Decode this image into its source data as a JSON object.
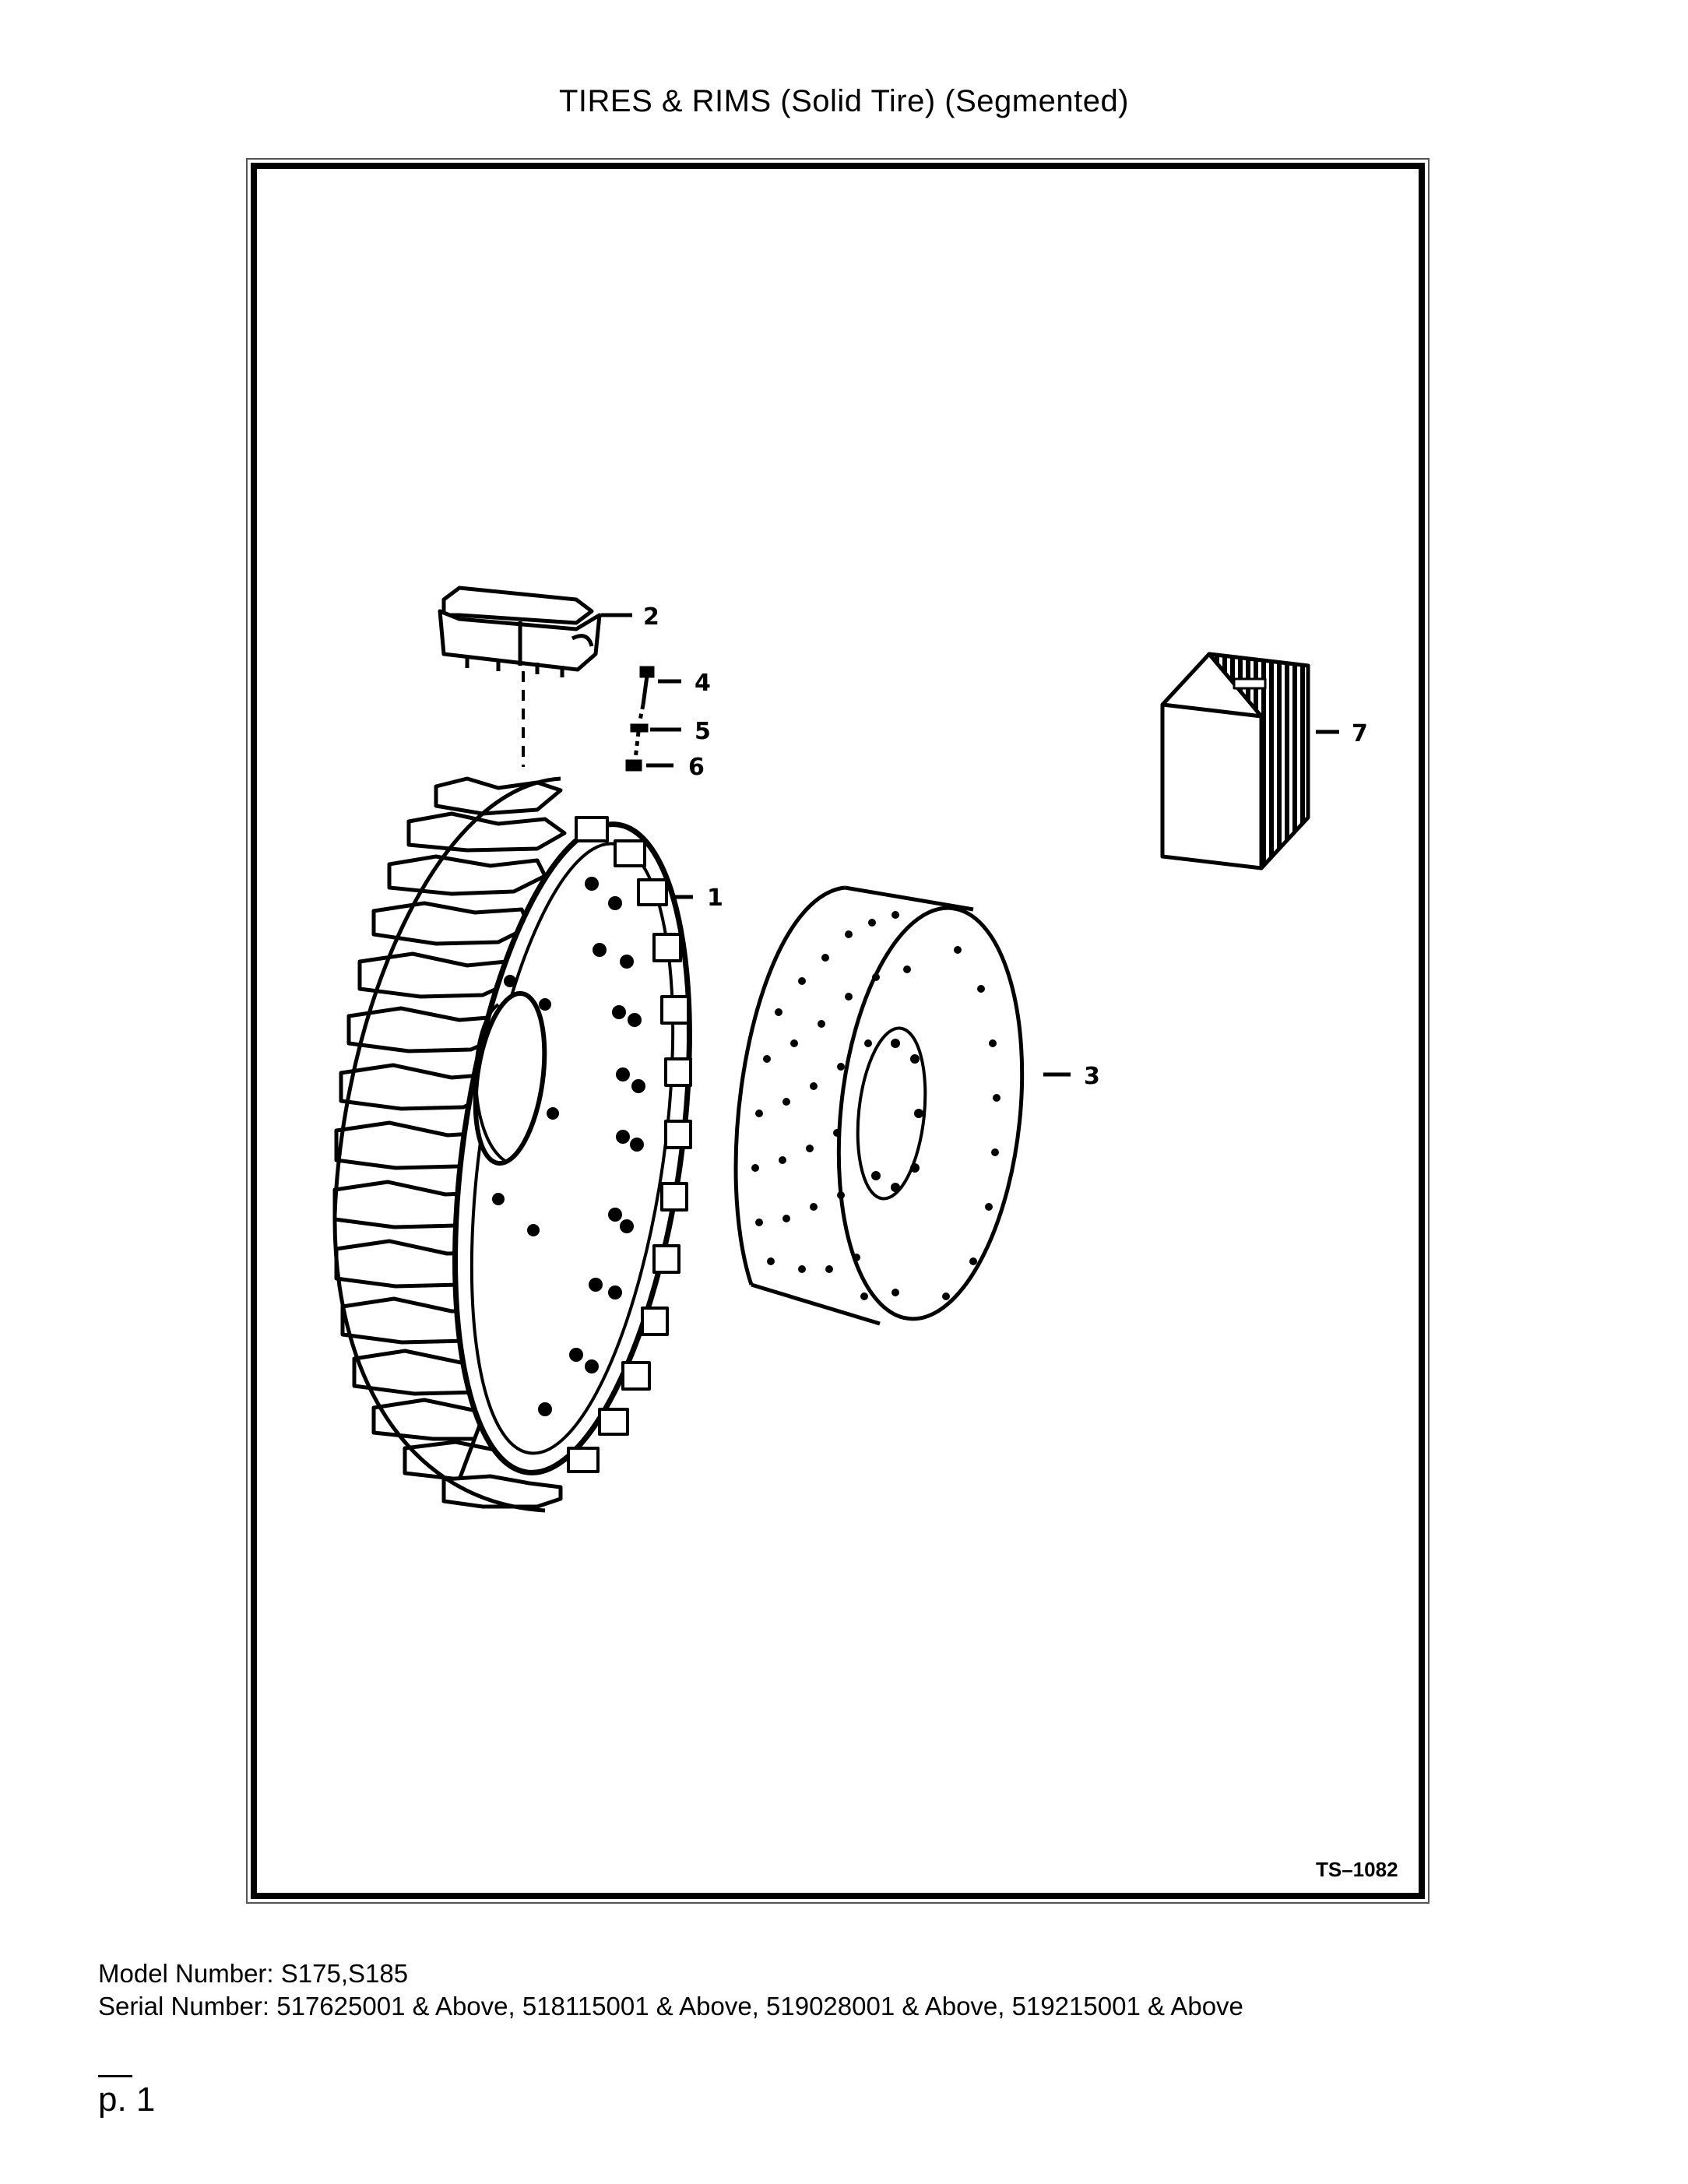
{
  "document": {
    "title": "TIRES & RIMS (Solid Tire) (Segmented)",
    "figure_id": "TS–1082",
    "model_line": "Model Number: S175,S185",
    "serial_line": "Serial Number: 517625001 & Above, 518115001 & Above, 519028001 & Above, 519215001 & Above",
    "page_label": "p. 1"
  },
  "callouts": [
    {
      "number": "1",
      "part": "tire-assembly"
    },
    {
      "number": "2",
      "part": "tread-segment"
    },
    {
      "number": "3",
      "part": "rim"
    },
    {
      "number": "4",
      "part": "bolt"
    },
    {
      "number": "5",
      "part": "washer"
    },
    {
      "number": "6",
      "part": "nut"
    },
    {
      "number": "7",
      "part": "segment-pack"
    }
  ]
}
